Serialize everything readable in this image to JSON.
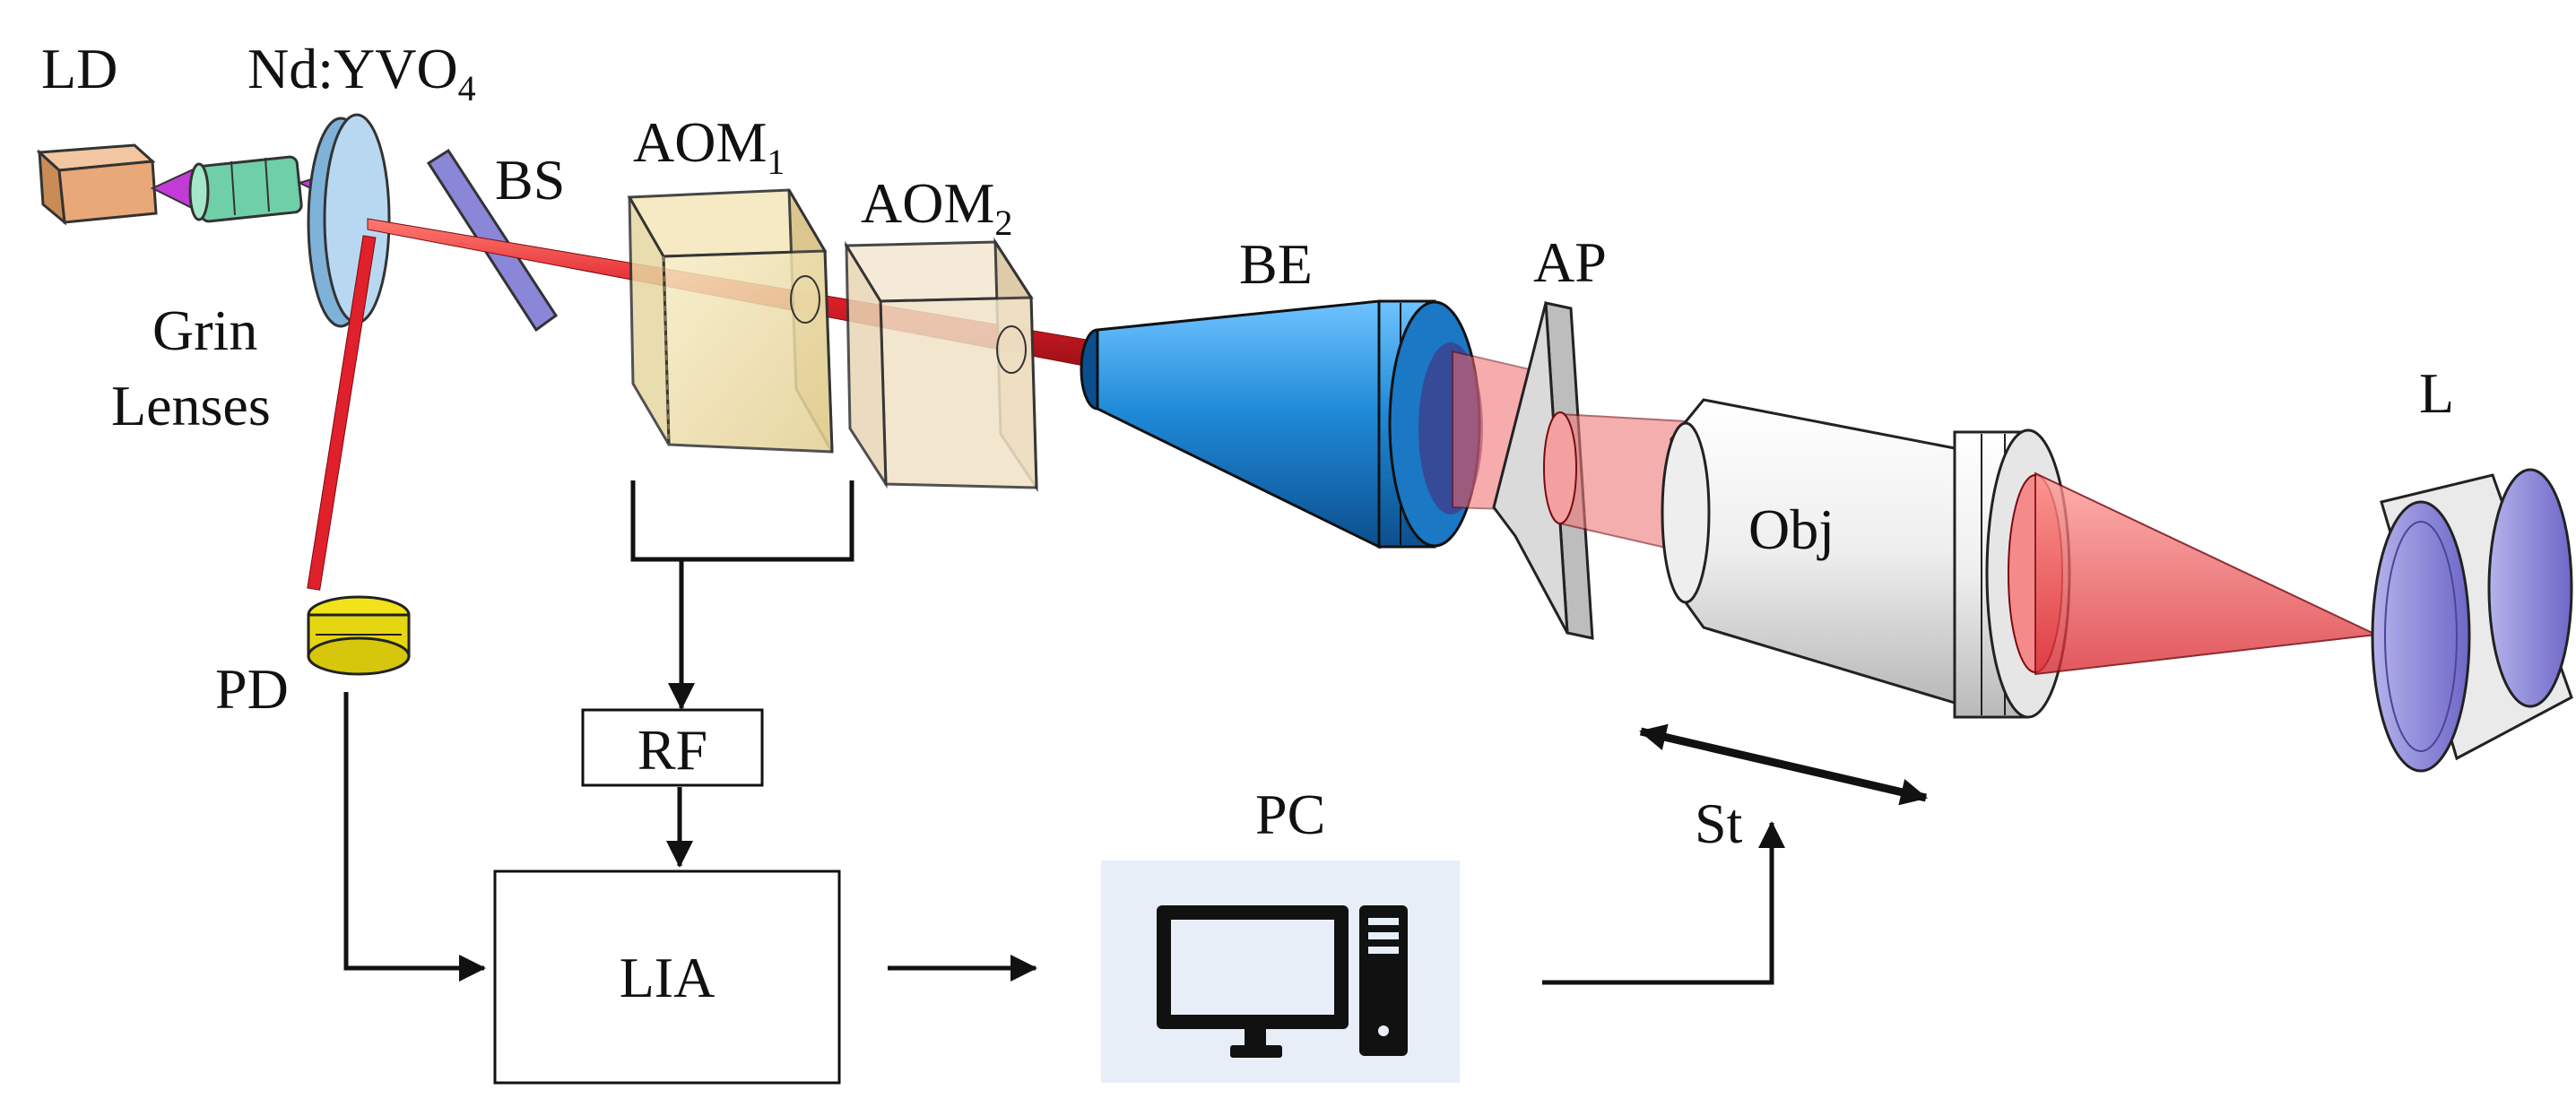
{
  "labels": {
    "ld": "LD",
    "ndyvo4": "Nd:YVO",
    "ndyvo4_sub": "4",
    "bs": "BS",
    "grin_line1": "Grin",
    "grin_line2": "Lenses",
    "aom1": "AOM",
    "aom1_sub": "1",
    "aom2": "AOM",
    "aom2_sub": "2",
    "be": "BE",
    "ap": "AP",
    "obj": "Obj",
    "l": "L",
    "pd": "PD",
    "rf": "RF",
    "lia": "LIA",
    "pc": "PC",
    "st": "St"
  },
  "icons": {
    "pc": "desktop-computer-icon"
  },
  "colors": {
    "laser_beam": "#e0202a",
    "beam_expander": "#1f8ad8",
    "photodiode": "#f2e21a",
    "pump_cone": "#c23bd6",
    "crystal": "#9cc8e8",
    "splitter": "#8a86d8",
    "aom_box": "#e8d9a8",
    "lens_l": "#8a86d8",
    "pc_panel": "#e8eef8"
  }
}
